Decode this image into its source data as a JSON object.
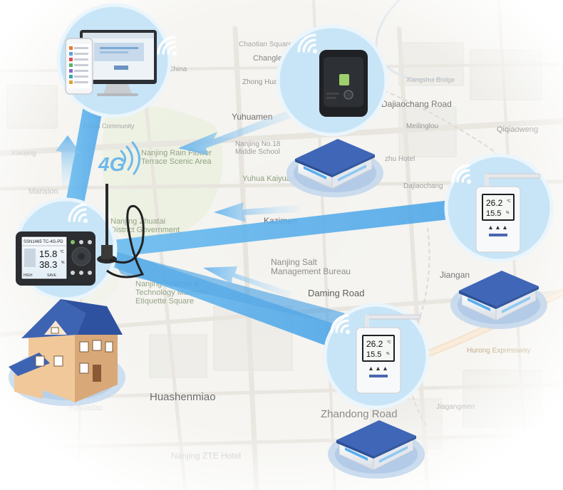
{
  "map": {
    "places": [
      {
        "id": "changle",
        "text": "Changle Road"
      },
      {
        "id": "chaotian",
        "text": "Chaotian Square"
      },
      {
        "id": "china",
        "text": "of China"
      },
      {
        "id": "zhonghua",
        "text": "Zhong Hua Men Ho"
      },
      {
        "id": "dajiaochang",
        "text": "Dajiaochang Road"
      },
      {
        "id": "xiangshui",
        "text": "Xiangshui Bridge"
      },
      {
        "id": "yuhuamen",
        "text": "Yuhuamen"
      },
      {
        "id": "meilinglou",
        "text": "Meilinglou"
      },
      {
        "id": "qiqiaoweng",
        "text": "Qiqiaoweng"
      },
      {
        "id": "community",
        "text": "Yuhua Community"
      },
      {
        "id": "no18",
        "text": "Nanjing No.18\nMiddle School"
      },
      {
        "id": "rainflower",
        "text": "Nanjing Rain Flower\nTerrace Scenic Area"
      },
      {
        "id": "zhu",
        "text": "zhu Hotel"
      },
      {
        "id": "yuhuakai",
        "text": "Yuhua Kaiyuan"
      },
      {
        "id": "dajiaochang2",
        "text": "Dajiaochang"
      },
      {
        "id": "kazimen",
        "text": "Kazimen"
      },
      {
        "id": "government",
        "text": "Nanjing Zhuatai\nDistrict Government"
      },
      {
        "id": "salt",
        "text": "Nanjing Salt\nManagement Bureau"
      },
      {
        "id": "daming",
        "text": "Daming Road"
      },
      {
        "id": "jiangan",
        "text": "Jiangan"
      },
      {
        "id": "museum",
        "text": "Nanjing Science &\nTechnology Museum\nEtiquette Square"
      },
      {
        "id": "hurong",
        "text": "Hurong Expressway"
      },
      {
        "id": "huashenmiao",
        "text": "Huashenmiao"
      },
      {
        "id": "zhandong",
        "text": "Zhandong Road"
      },
      {
        "id": "jiangangmen",
        "text": "Jiagangmen"
      },
      {
        "id": "zte",
        "text": "Nanjing ZTE Hotel"
      },
      {
        "id": "mansion",
        "text": "Mansion"
      },
      {
        "id": "xiaojing",
        "text": "Xiaojing"
      },
      {
        "id": "yuhuadao",
        "text": "Yuhuadao"
      }
    ]
  },
  "network": {
    "label_4g": "4G",
    "gateway_screen": {
      "header": "SSN1465 TC-4G-PD",
      "temperature": "15.8",
      "temp_unit": "°C",
      "humidity": "38.3",
      "hum_unit": "%",
      "footer_left": "HIGH",
      "footer_right": "SAVE"
    },
    "sensor_screen": {
      "temperature": "26.2",
      "temp_unit": "°C",
      "humidity": "15.5",
      "hum_unit": "%"
    }
  },
  "colors": {
    "beam": "#5fb2ec",
    "circle": "#bfe1f6",
    "circle_edge": "#e6f3fb",
    "roof": "#3f66b7",
    "map_water": "#d9dde2"
  }
}
